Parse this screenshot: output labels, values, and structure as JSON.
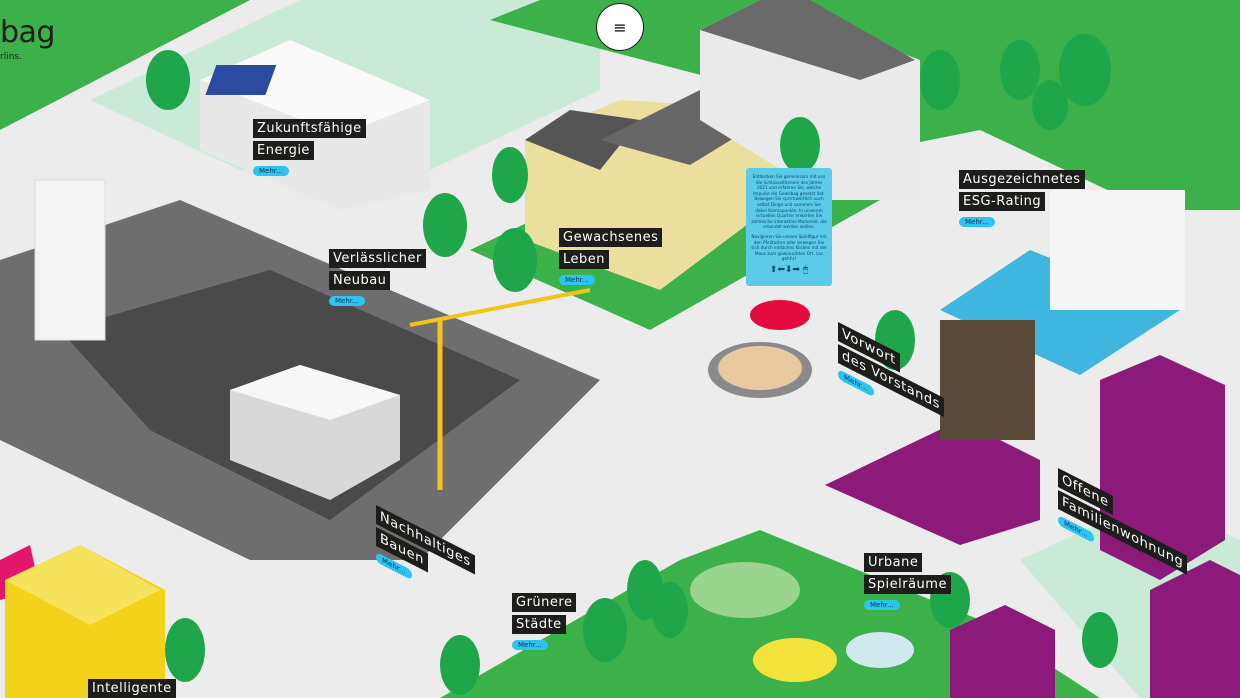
{
  "logo": {
    "name": "bag",
    "tagline": "rlins."
  },
  "menu_button": {
    "icon": "hamburger-icon",
    "glyph": "≡"
  },
  "info_board": {
    "paragraph1": "Entdecken Sie gemeinsam mit uns die Schlüsselthemen des Jahres 2021 und erfahren Sie, welche Impulse die Gewobag gesetzt hat. Bewegen Sie sprichwörtlich auch selbst Dinge und sammeln Sie dabei Karmapunkte. In unserem virtuellen Quartier erwarten Sie zahlreiche interaktive Momente, die erkundet werden wollen.",
    "paragraph2": "Navigieren Sie unsere Spielfigur mit den Pfeiltasten oder bewegen Sie sich durch einfaches Klicken mit der Maus zum gewünschten Ort. Los geht's!",
    "keys_glyph": "⬆⬅⬇➡ 🖱"
  },
  "hotspots": [
    {
      "lines": [
        "Zukunftsfähige",
        "Energie"
      ],
      "more": "Mehr..."
    },
    {
      "lines": [
        "Verlässlicher",
        "Neubau"
      ],
      "more": "Mehr..."
    },
    {
      "lines": [
        "Gewachsenes",
        "Leben"
      ],
      "more": "Mehr..."
    },
    {
      "lines": [
        "Ausgezeichnetes",
        "ESG-Rating"
      ],
      "more": "Mehr..."
    },
    {
      "lines": [
        "Vorwort",
        "des Vorstands"
      ],
      "more": "Mehr..."
    },
    {
      "lines": [
        "Offene",
        "Familienwohnung"
      ],
      "more": "Mehr..."
    },
    {
      "lines": [
        "Nachhaltiges",
        "Bauen"
      ],
      "more": "Mehr..."
    },
    {
      "lines": [
        "Urbane",
        "Spielräume"
      ],
      "more": "Mehr..."
    },
    {
      "lines": [
        "Grünere",
        "Städte"
      ],
      "more": "Mehr..."
    },
    {
      "lines": [
        "Intelligente"
      ]
    }
  ],
  "colors": {
    "green": "#3cb14a",
    "mint": "#c9ead7",
    "ground": "#ececec",
    "pit": "#6e6e6e",
    "purple": "#8c1a7a",
    "sky": "#3fb6e0",
    "yellow": "#f2d21b"
  }
}
